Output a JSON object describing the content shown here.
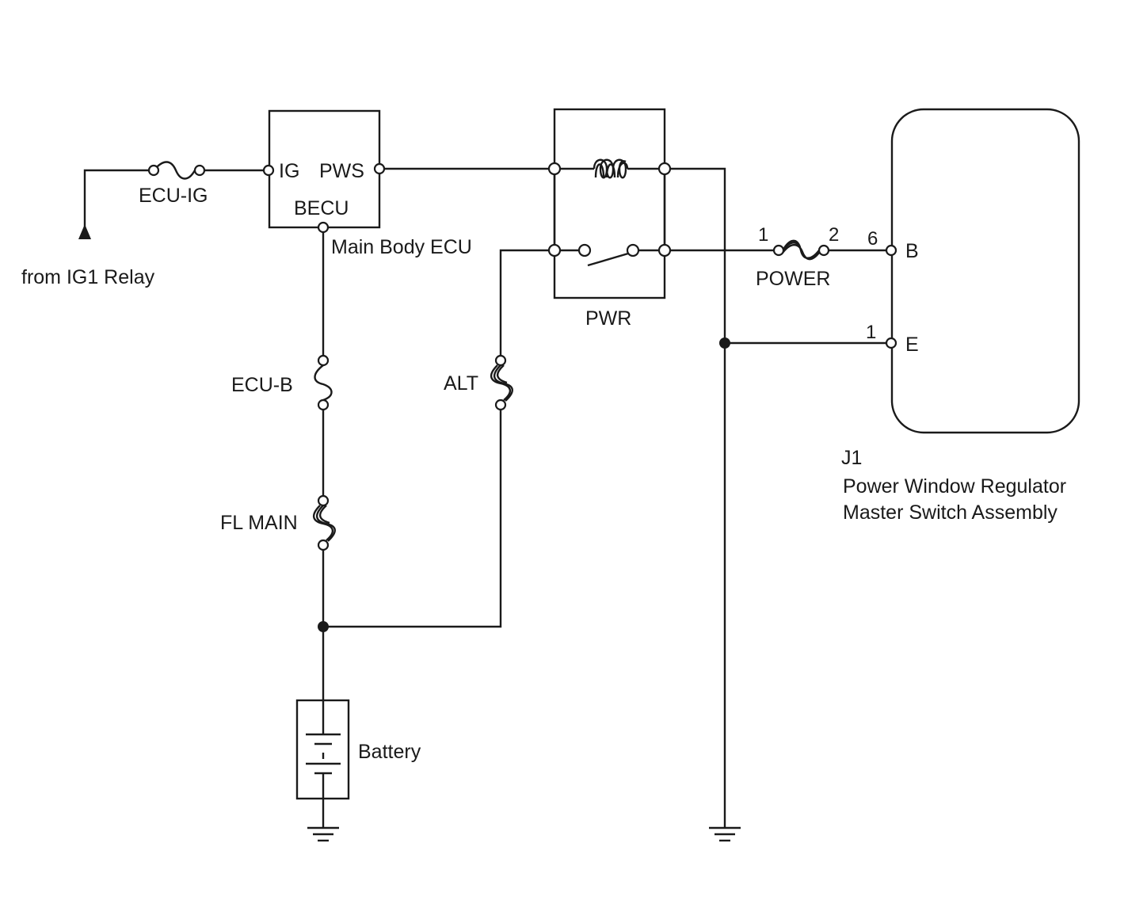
{
  "source_label": "from IG1 Relay",
  "fuses": {
    "ecu_ig": "ECU-IG",
    "ecu_b": "ECU-B",
    "fl_main": "FL MAIN",
    "alt": "ALT",
    "power": "POWER"
  },
  "main_body_ecu": {
    "name": "Main Body ECU",
    "pins": {
      "ig": "IG",
      "pws": "PWS",
      "becu": "BECU"
    }
  },
  "relay": {
    "name": "PWR"
  },
  "battery": {
    "name": "Battery"
  },
  "power_fuse_pins": {
    "left": "1",
    "right": "2"
  },
  "switch_assembly": {
    "code": "J1",
    "name_line1": "Power Window Regulator",
    "name_line2": "Master Switch Assembly",
    "pins": {
      "b": {
        "name": "B",
        "number": "6"
      },
      "e": {
        "name": "E",
        "number": "1"
      }
    }
  },
  "colors": {
    "ink": "#1a1a1a",
    "background": "#ffffff"
  }
}
